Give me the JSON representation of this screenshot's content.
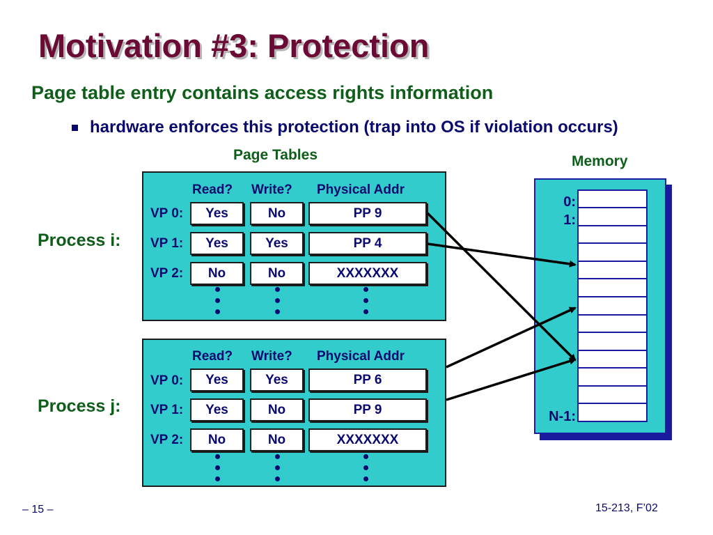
{
  "slide": {
    "title": "Motivation #3: Protection",
    "subtitle": "Page table entry contains access rights information",
    "bullet": "hardware enforces this protection (trap into OS if violation occurs)"
  },
  "labels": {
    "page_tables": "Page Tables",
    "memory": "Memory"
  },
  "page_tables": [
    {
      "process_label": "Process i:",
      "headers": {
        "read": "Read?",
        "write": "Write?",
        "physical": "Physical Addr"
      },
      "rows": [
        {
          "vp": "VP 0:",
          "read": "Yes",
          "write": "No",
          "physical": "PP 9"
        },
        {
          "vp": "VP 1:",
          "read": "Yes",
          "write": "Yes",
          "physical": "PP 4"
        },
        {
          "vp": "VP 2:",
          "read": "No",
          "write": "No",
          "physical": "XXXXXXX"
        }
      ]
    },
    {
      "process_label": "Process j:",
      "headers": {
        "read": "Read?",
        "write": "Write?",
        "physical": "Physical Addr"
      },
      "rows": [
        {
          "vp": "VP 0:",
          "read": "Yes",
          "write": "Yes",
          "physical": "PP 6"
        },
        {
          "vp": "VP 1:",
          "read": "Yes",
          "write": "No",
          "physical": "PP 9"
        },
        {
          "vp": "VP 2:",
          "read": "No",
          "write": "No",
          "physical": "XXXXXXX"
        }
      ]
    }
  ],
  "memory": {
    "index_labels": [
      "0:",
      "1:",
      "N-1:"
    ]
  },
  "footer": {
    "page_number": "– 15 –",
    "course": "15-213, F’02"
  },
  "colors": {
    "title": "#6b0a35",
    "subtitle": "#0e5e1a",
    "text": "#0a0a6e",
    "panel": "#33cccc"
  }
}
